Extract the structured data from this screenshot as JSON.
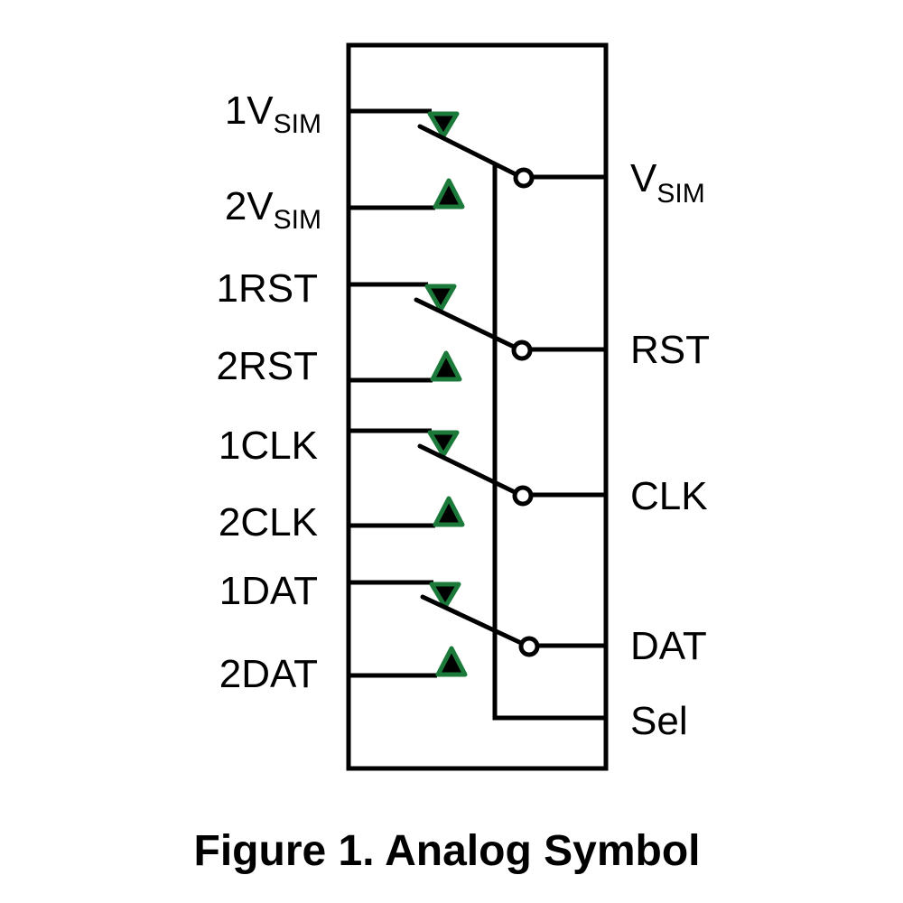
{
  "title": "Figure 1. Analog Symbol",
  "colors": {
    "line": "#000000",
    "triangle_outline": "#1b7a3a",
    "triangle_fill": "#000000",
    "background": "#ffffff"
  },
  "inputs": [
    {
      "base": "1V",
      "sub": "SIM"
    },
    {
      "base": "2V",
      "sub": "SIM"
    },
    {
      "base": "1RST",
      "sub": ""
    },
    {
      "base": "2RST",
      "sub": ""
    },
    {
      "base": "1CLK",
      "sub": ""
    },
    {
      "base": "2CLK",
      "sub": ""
    },
    {
      "base": "1DAT",
      "sub": ""
    },
    {
      "base": "2DAT",
      "sub": ""
    }
  ],
  "outputs": [
    {
      "base": "V",
      "sub": "SIM"
    },
    {
      "base": "RST",
      "sub": ""
    },
    {
      "base": "CLK",
      "sub": ""
    },
    {
      "base": "DAT",
      "sub": ""
    }
  ],
  "select": {
    "label": "Sel"
  },
  "switches": [
    {
      "name": "vsim-switch",
      "input1": "1VSIM",
      "input2": "2VSIM",
      "output": "VSIM"
    },
    {
      "name": "rst-switch",
      "input1": "1RST",
      "input2": "2RST",
      "output": "RST"
    },
    {
      "name": "clk-switch",
      "input1": "1CLK",
      "input2": "2CLK",
      "output": "CLK"
    },
    {
      "name": "dat-switch",
      "input1": "1DAT",
      "input2": "2DAT",
      "output": "DAT"
    }
  ]
}
